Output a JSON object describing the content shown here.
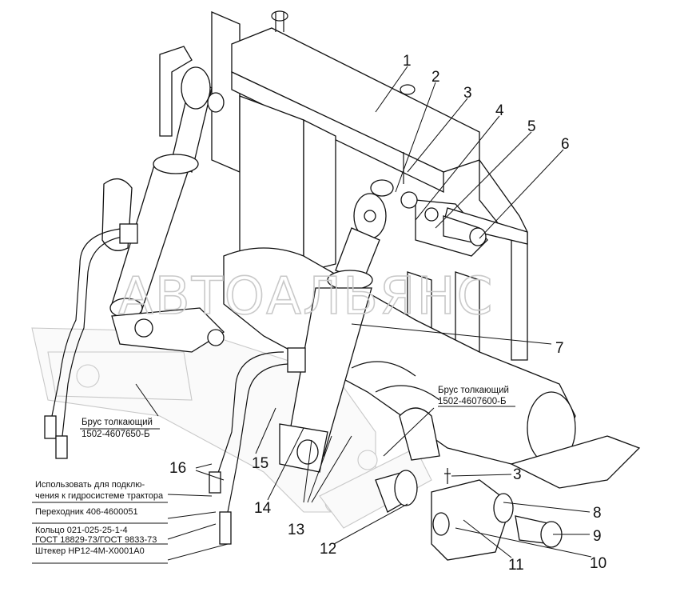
{
  "watermark": "АВТОАЛЬЯНС",
  "callouts": [
    "1",
    "2",
    "3",
    "4",
    "5",
    "6",
    "7",
    "3",
    "8",
    "9",
    "10",
    "11",
    "12",
    "13",
    "14",
    "15",
    "16"
  ],
  "labels": {
    "brus_right_title": "Брус толкающий",
    "brus_right_code": "1502-4607600-Б",
    "brus_left_title": "Брус толкающий",
    "brus_left_code": "1502-4607650-Б"
  },
  "note": {
    "header_line1": "Использовать для подклю-",
    "header_line2": "чения к гидросистеме трактора",
    "items": [
      "Переходник 406-4600051",
      "Кольцо 021-025-25-1-4",
      "ГОСТ 18829-73/ГОСТ 9833-73",
      "Штекер НР12-4М-Х0001А0"
    ]
  }
}
